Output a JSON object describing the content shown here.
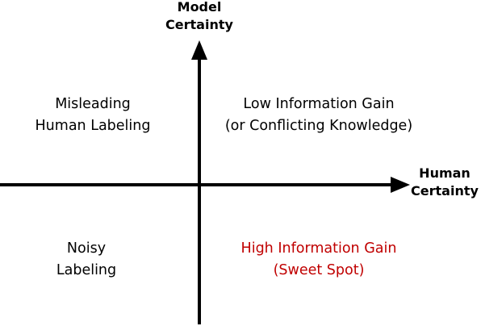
{
  "axes": {
    "y_title": [
      "Model",
      "Certainty"
    ],
    "x_title": [
      "Human",
      "Certainty"
    ]
  },
  "quadrants": {
    "top_left": {
      "lines": [
        "Misleading",
        "Human Labeling"
      ],
      "color": "#000000"
    },
    "top_right": {
      "lines": [
        "Low Information Gain",
        "(or Conflicting Knowledge)"
      ],
      "color": "#000000"
    },
    "bottom_left": {
      "lines": [
        "Noisy",
        "Labeling"
      ],
      "color": "#000000"
    },
    "bottom_right": {
      "lines": [
        "High Information Gain",
        "(Sweet Spot)"
      ],
      "color": "#c00000"
    }
  },
  "colors": {
    "axis": "#000000",
    "highlight": "#c00000"
  }
}
